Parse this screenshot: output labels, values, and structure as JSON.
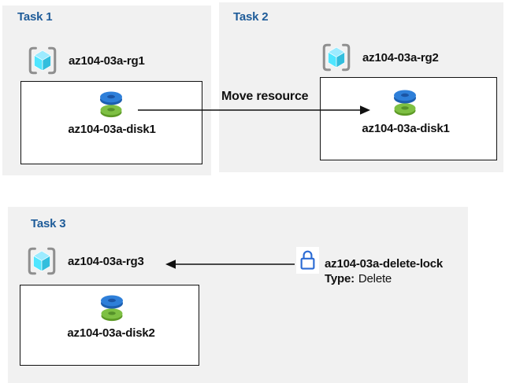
{
  "tasks": [
    {
      "title": "Task 1",
      "resource_group": "az104-03a-rg1",
      "resource": "az104-03a-disk1"
    },
    {
      "title": "Task 2",
      "resource_group": "az104-03a-rg2",
      "resource": "az104-03a-disk1"
    },
    {
      "title": "Task 3",
      "resource_group": "az104-03a-rg3",
      "resource": "az104-03a-disk2"
    }
  ],
  "move_arrow": {
    "label": "Move resource"
  },
  "lock": {
    "name": "az104-03a-delete-lock",
    "type_label": "Type:",
    "type_value": "Delete"
  },
  "icons": {
    "resource_group": "resource-group-icon",
    "disk": "disk-icon",
    "lock": "lock-icon"
  },
  "colors": {
    "panel_bg": "#f1f1f1",
    "task_title_blue": "#1f5c99",
    "box_border": "#111111",
    "arrow_black": "#111111",
    "lock_blue": "#2b6bd4",
    "rg_bracket_gray": "#8f8f8f",
    "rg_cube_top": "#9cebff",
    "rg_cube_left": "#50e6ff",
    "rg_cube_right": "#32bedd",
    "disk_blue_top": "#2e7fd9",
    "disk_blue_side": "#1d5fb0",
    "disk_green_top": "#7ec043",
    "disk_green_side": "#5d9a26"
  }
}
